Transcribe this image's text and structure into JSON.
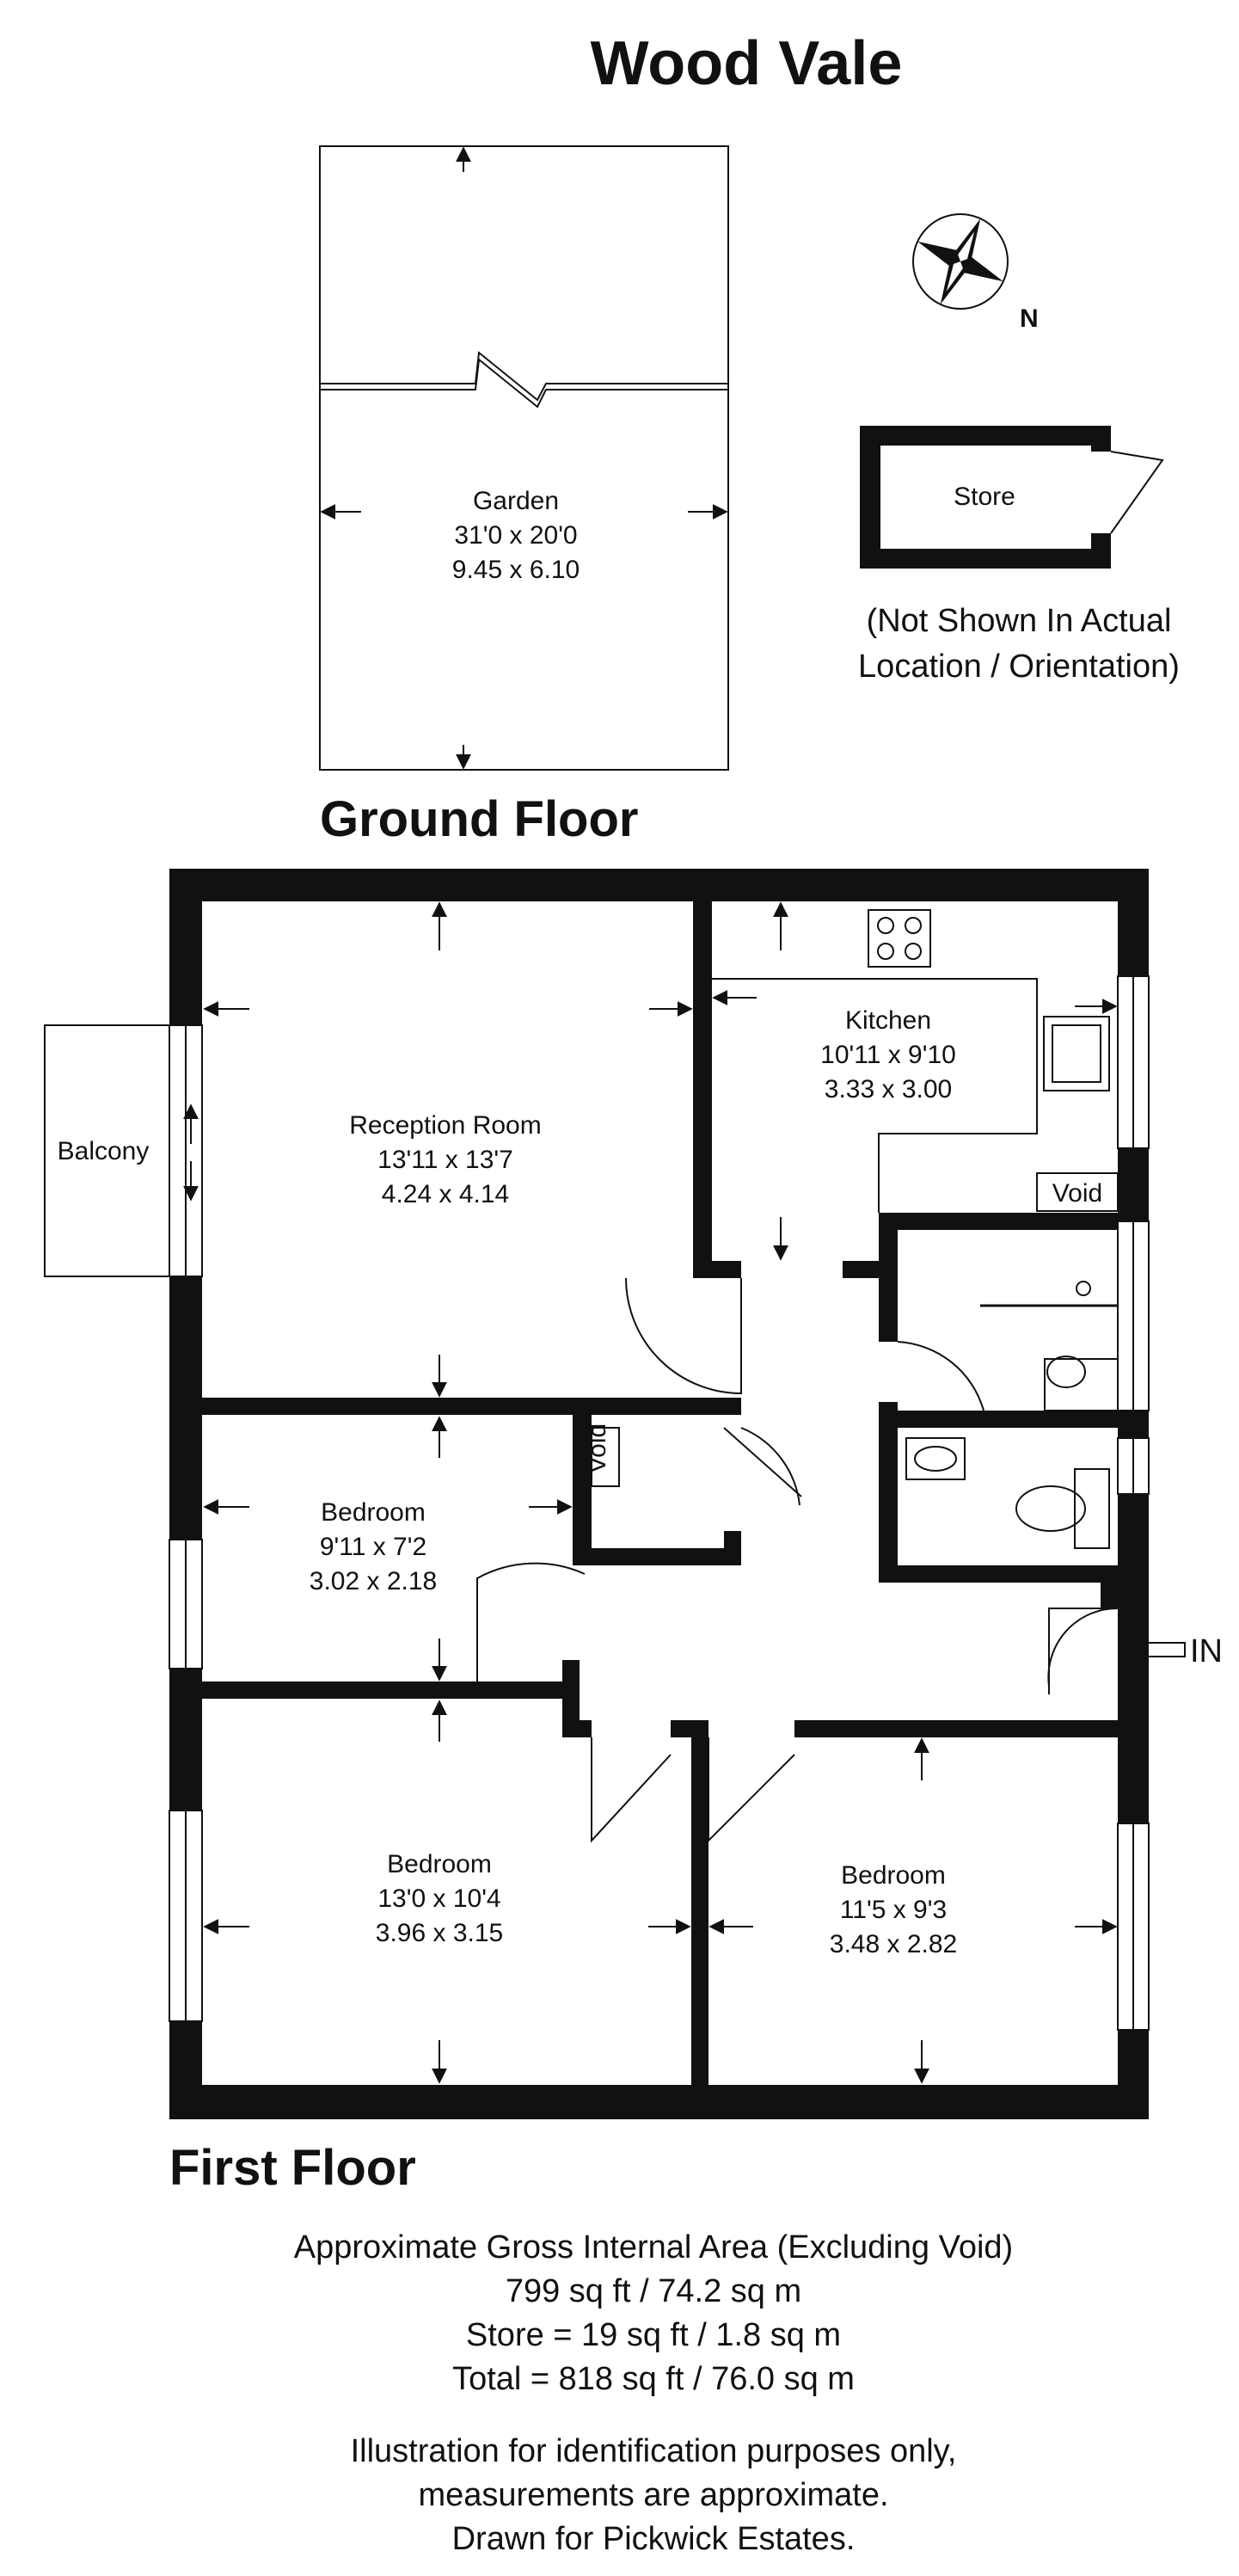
{
  "title": "Wood Vale",
  "garden": {
    "name": "Garden",
    "dim_imperial": "31'0 x 20'0",
    "dim_metric": "9.45 x 6.10"
  },
  "store": {
    "name": "Store",
    "note_line1": "(Not Shown In Actual",
    "note_line2": "Location / Orientation)"
  },
  "compass": {
    "label": "N"
  },
  "floors": {
    "ground": "Ground Floor",
    "first": "First Floor"
  },
  "rooms": {
    "balcony": {
      "name": "Balcony"
    },
    "reception": {
      "name": "Reception Room",
      "dim_imperial": "13'11 x 13'7",
      "dim_metric": "4.24 x 4.14"
    },
    "kitchen": {
      "name": "Kitchen",
      "dim_imperial": "10'11 x 9'10",
      "dim_metric": "3.33 x 3.00"
    },
    "void_kitchen": {
      "name": "Void"
    },
    "void_hall": {
      "name": "Void"
    },
    "bedroom1": {
      "name": "Bedroom",
      "dim_imperial": "9'11 x 7'2",
      "dim_metric": "3.02 x 2.18"
    },
    "bedroom2": {
      "name": "Bedroom",
      "dim_imperial": "13'0 x 10'4",
      "dim_metric": "3.96 x 3.15"
    },
    "bedroom3": {
      "name": "Bedroom",
      "dim_imperial": "11'5 x 9'3",
      "dim_metric": "3.48 x 2.82"
    }
  },
  "entrance": {
    "label": "IN"
  },
  "area": {
    "line1": "Approximate Gross Internal Area (Excluding Void)",
    "line2": "799 sq ft / 74.2 sq m",
    "line3": "Store = 19 sq ft / 1.8 sq m",
    "line4": "Total = 818 sq ft / 76.0 sq m"
  },
  "disclaimer": {
    "line1": "Illustration for identification purposes only,",
    "line2": "measurements are approximate.",
    "line3": "Drawn for Pickwick Estates."
  }
}
